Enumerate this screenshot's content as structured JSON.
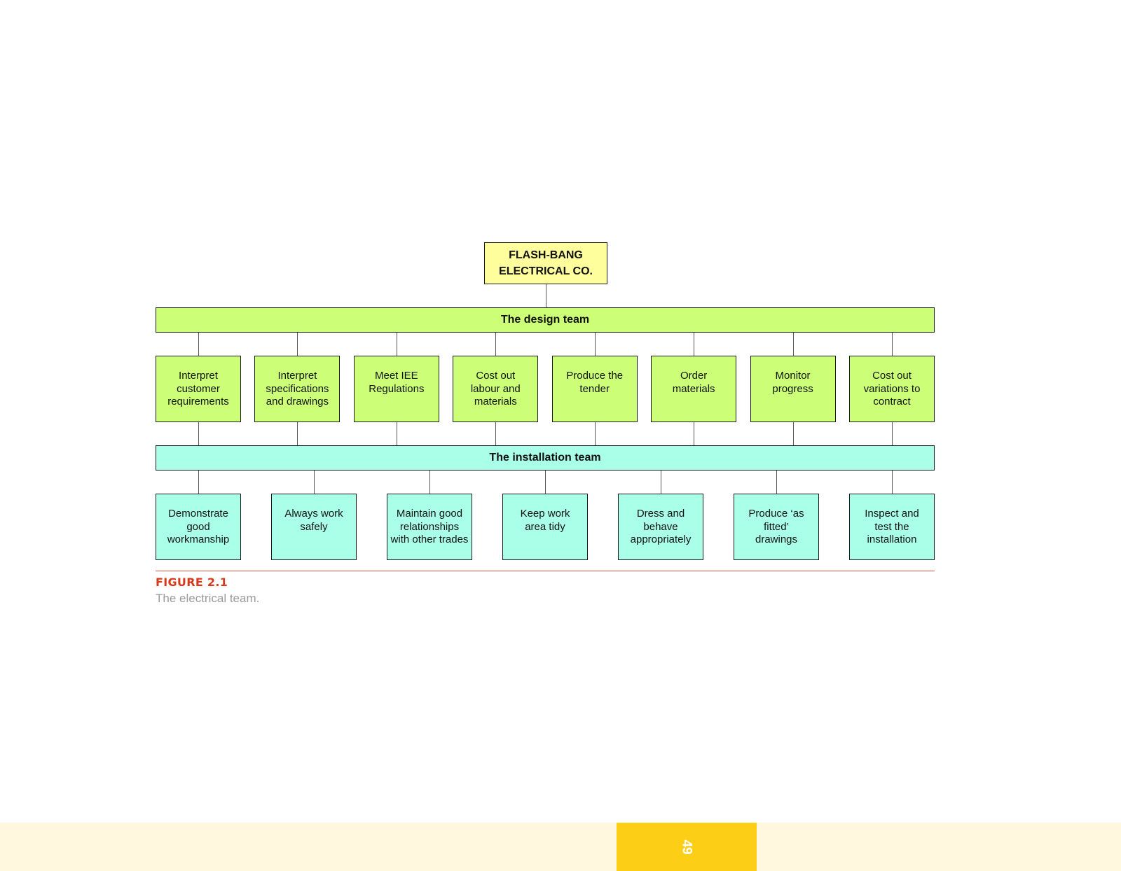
{
  "diagram": {
    "company": "FLASH-BANG\nELECTRICAL CO.",
    "design_team": {
      "label": "The design team",
      "tasks": [
        "Interpret\ncustomer\nrequirements",
        "Interpret\nspecifications\nand drawings",
        "Meet IEE\nRegulations",
        "Cost out\nlabour and\nmaterials",
        "Produce the\ntender",
        "Order\nmaterials",
        "Monitor\nprogress",
        "Cost out\nvariations to\ncontract"
      ]
    },
    "installation_team": {
      "label": "The installation team",
      "tasks": [
        "Demonstrate\ngood\nworkmanship",
        "Always work\nsafely",
        "Maintain good\nrelationships\nwith other trades",
        "Keep work\narea tidy",
        "Dress and\nbehave\nappropriately",
        "Produce ‘as\nfitted’\ndrawings",
        "Inspect and\ntest the\ninstallation"
      ]
    }
  },
  "figure": {
    "label": "FIGURE 2.1",
    "caption": "The electrical team."
  },
  "footer": {
    "page_number": "49"
  },
  "colors": {
    "company_box": "#fefe9c",
    "design": "#ccff77",
    "installation": "#aaffe8",
    "figure_label": "#d63a1d",
    "page_tab": "#fcce16",
    "footer_band": "#fff8de"
  }
}
